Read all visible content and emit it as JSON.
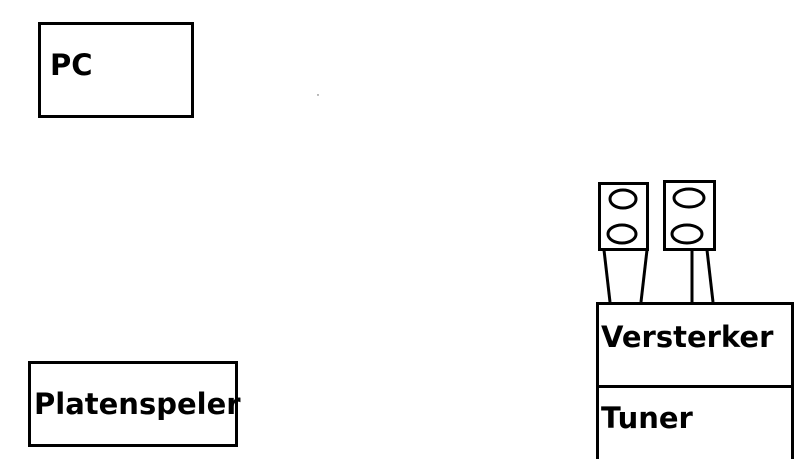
{
  "diagram": {
    "nodes": {
      "pc": "PC",
      "turntable": "Platenspeler",
      "amplifier": "Versterker",
      "tuner": "Tuner"
    },
    "speakers": [
      "speaker-left",
      "speaker-right"
    ],
    "stroke_color": "#000000",
    "background": "#ffffff"
  }
}
